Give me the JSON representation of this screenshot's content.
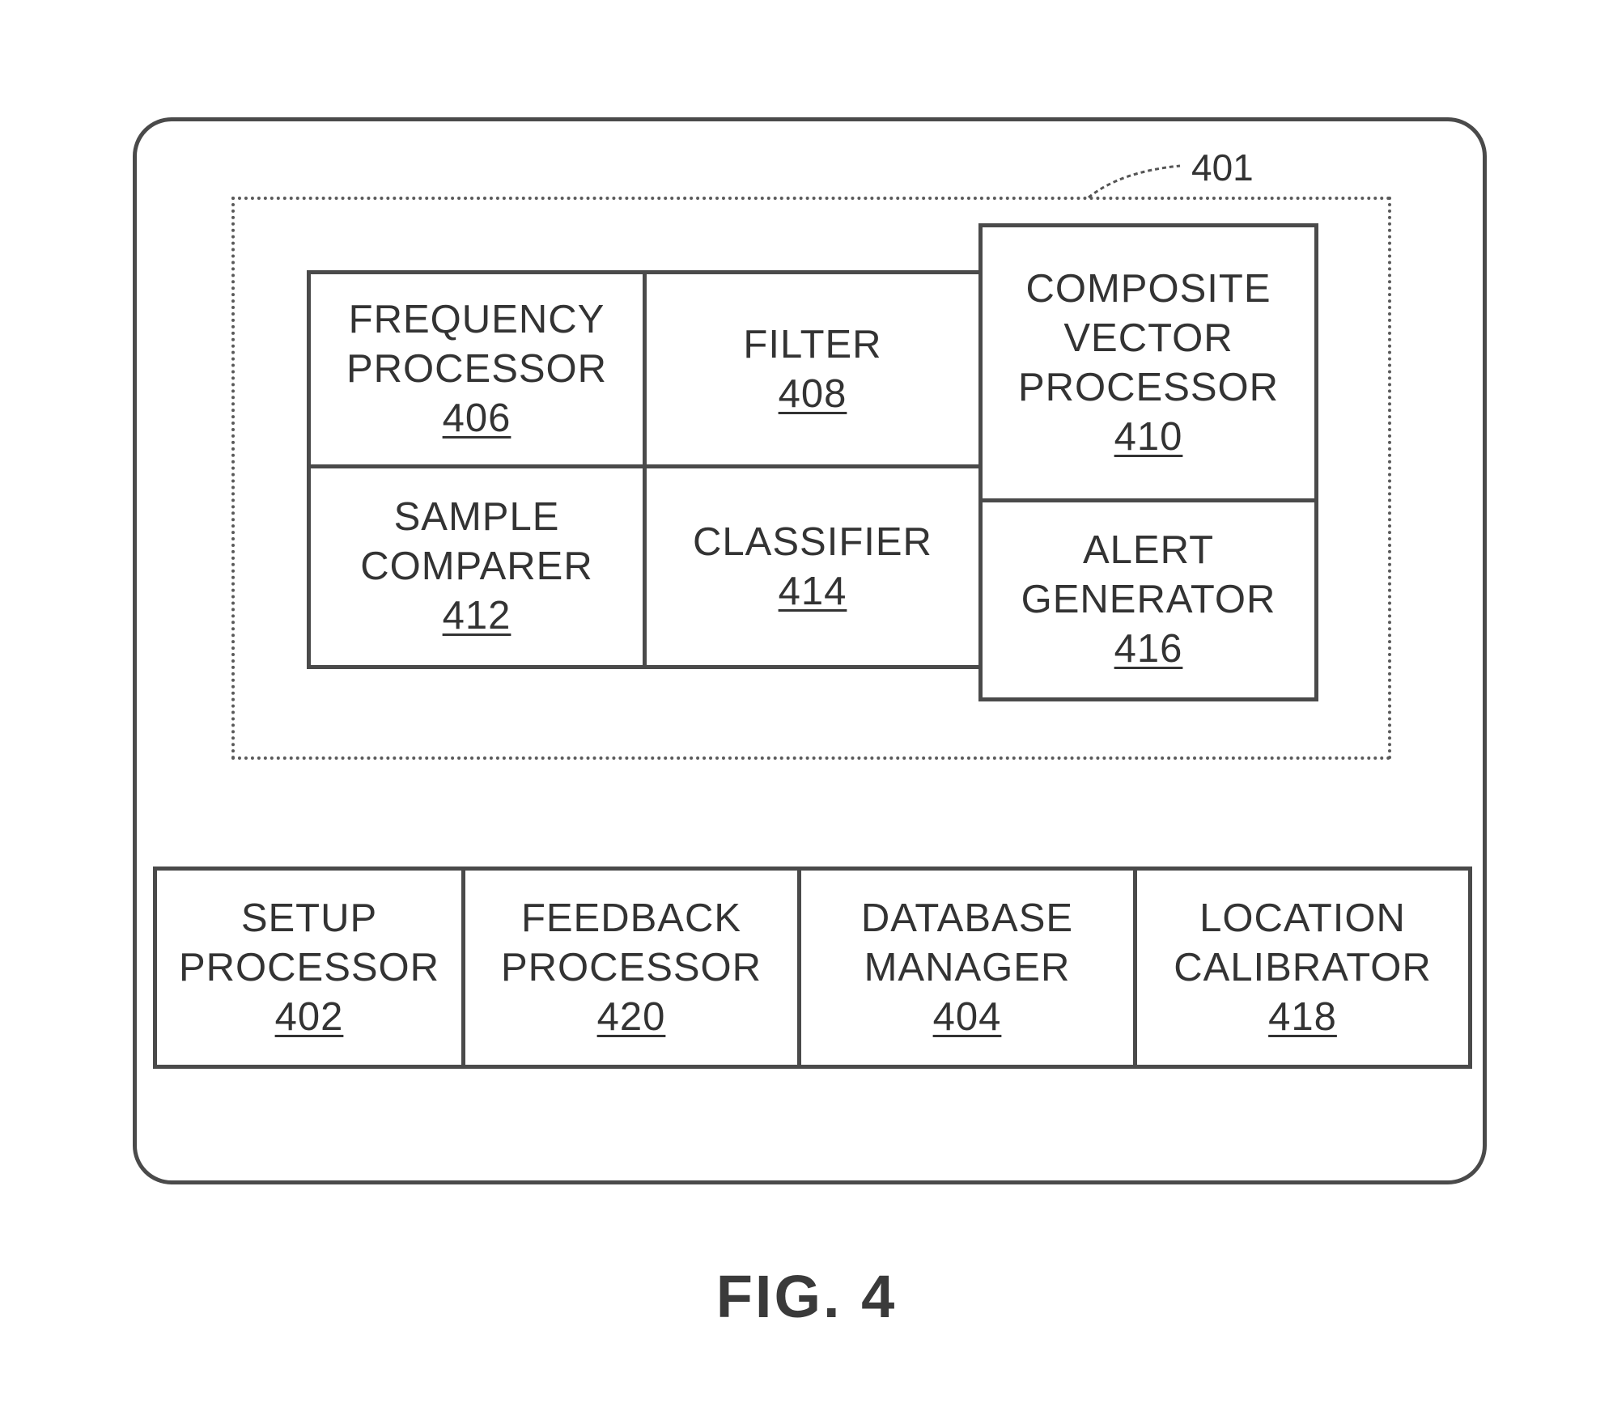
{
  "group_ref": "401",
  "blocks": {
    "frequency_processor": {
      "line1": "FREQUENCY",
      "line2": "PROCESSOR",
      "num": "406"
    },
    "filter": {
      "line1": "FILTER",
      "num": "408"
    },
    "composite_vector_processor": {
      "line1": "COMPOSITE",
      "line2": "VECTOR",
      "line3": "PROCESSOR",
      "num": "410"
    },
    "sample_comparer": {
      "line1": "SAMPLE",
      "line2": "COMPARER",
      "num": "412"
    },
    "classifier": {
      "line1": "CLASSIFIER",
      "num": "414"
    },
    "alert_generator": {
      "line1": "ALERT",
      "line2": "GENERATOR",
      "num": "416"
    },
    "setup_processor": {
      "line1": "SETUP",
      "line2": "PROCESSOR",
      "num": "402"
    },
    "feedback_processor": {
      "line1": "FEEDBACK",
      "line2": "PROCESSOR",
      "num": "420"
    },
    "database_manager": {
      "line1": "DATABASE",
      "line2": "MANAGER",
      "num": "404"
    },
    "location_calibrator": {
      "line1": "LOCATION",
      "line2": "CALIBRATOR",
      "num": "418"
    }
  },
  "caption": "FIG. 4"
}
